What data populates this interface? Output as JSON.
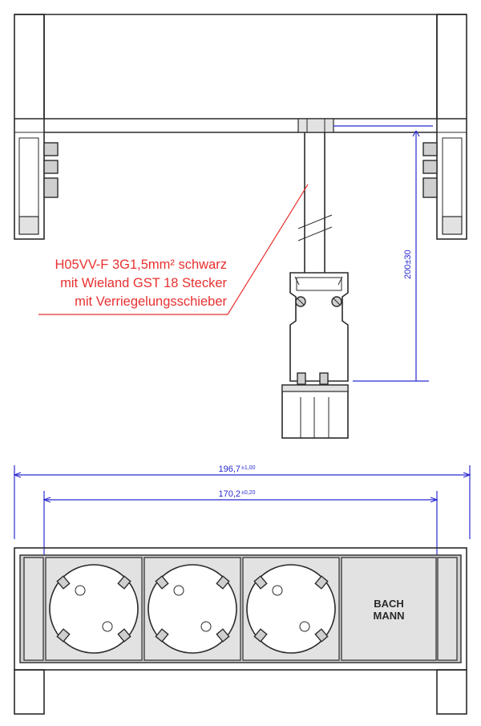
{
  "callout": {
    "line1": "H05VV-F 3G1,5mm² schwarz",
    "line2": "mit Wieland GST 18 Stecker",
    "line3": "mit Verriegelungsschieber"
  },
  "dimensions": {
    "cable_length": "200±30",
    "overall_width": {
      "value": "196,7",
      "tolerance": "±1,00"
    },
    "inner_width": {
      "value": "170,2",
      "tolerance": "±0,20"
    }
  },
  "brand_logo": {
    "line1": "BACH",
    "line2": "MANN"
  },
  "colors": {
    "outline": "#2a2a2a",
    "dimension": "#2a2ad0",
    "callout": "#e83030",
    "fill": "#cfcfcf"
  }
}
